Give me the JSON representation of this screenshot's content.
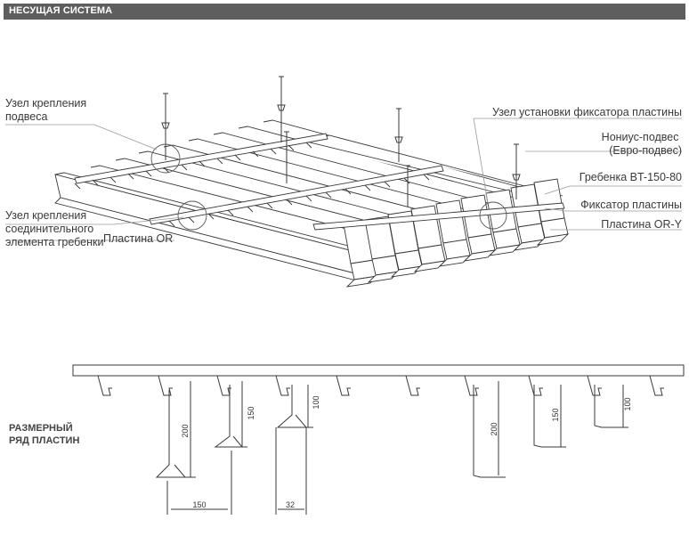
{
  "header": {
    "title": "НЕСУЩАЯ СИСТЕМА"
  },
  "labels": {
    "node_hanger": [
      "Узел крепления",
      "подвеса"
    ],
    "node_comb_joint": [
      "Узел крепления",
      "соединительного",
      "элемента гребенки"
    ],
    "plate_or": "Пластина OR",
    "node_fixator": "Узел установки фиксатора пластины",
    "nonius": [
      "Нониус-подвес",
      "(Евро-подвес)"
    ],
    "comb": "Гребенка BT-150-80",
    "fixator": "Фиксатор пластины",
    "plate_ory": "Пластина OR-Y"
  },
  "dimension_row": {
    "title": [
      "РАЗМЕРНЫЙ",
      "РЯД ПЛАСТИН"
    ],
    "heights": [
      "200",
      "150",
      "100",
      "200",
      "150",
      "100"
    ],
    "width_150": "150",
    "width_32": "32"
  },
  "colors": {
    "header_bg": "#5e5e5e",
    "line": "#3a3a3a",
    "leader": "#9a9a9a"
  }
}
